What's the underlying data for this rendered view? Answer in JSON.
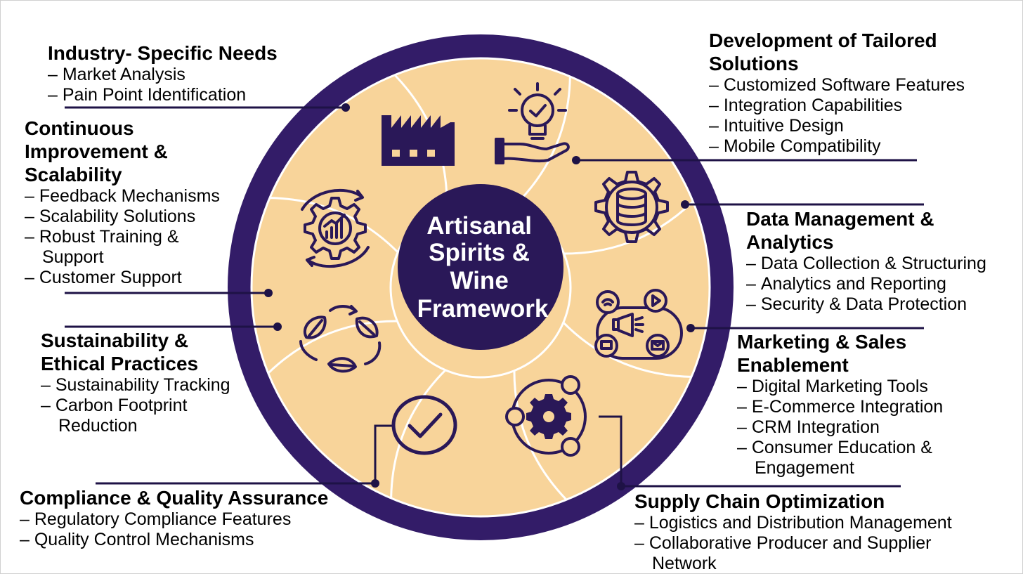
{
  "center_label": [
    "Artisanal",
    "Spirits &",
    "Wine",
    "Framework"
  ],
  "colors": {
    "ring": "#331C68",
    "segment_fill": "#F8D49A",
    "segment_line": "#ffffff",
    "icon": "#2A1858",
    "center": "#2A1858",
    "center_text": "#ffffff",
    "connector": "#1E1246"
  },
  "sections": [
    {
      "id": "industry",
      "title": "Industry- Specific Needs",
      "items": [
        "Market Analysis",
        "Pain Point Identification"
      ],
      "icon": "factory-icon"
    },
    {
      "id": "development",
      "title": "Development of Tailored\nSolutions",
      "items": [
        "Customized Software Features",
        "Integration Capabilities",
        "Intuitive Design",
        "Mobile Compatibility"
      ],
      "icon": "lightbulb-hand-icon"
    },
    {
      "id": "data",
      "title": "Data Management &\nAnalytics",
      "items": [
        "Data Collection & Structuring",
        "Analytics and Reporting",
        "Security & Data Protection"
      ],
      "icon": "database-gear-icon"
    },
    {
      "id": "marketing",
      "title": "Marketing & Sales\nEnablement",
      "items": [
        "Digital Marketing Tools",
        "E-Commerce Integration",
        "CRM Integration",
        "Consumer Education & Engagement"
      ],
      "icon": "megaphone-icon"
    },
    {
      "id": "supply",
      "title": "Supply Chain Optimization",
      "items": [
        "Logistics and Distribution Management",
        "Collaborative Producer and Supplier Network"
      ],
      "icon": "network-gear-icon"
    },
    {
      "id": "compliance",
      "title": "Compliance & Quality Assurance",
      "items": [
        "Regulatory Compliance Features",
        "Quality Control Mechanisms"
      ],
      "icon": "check-circle-icon"
    },
    {
      "id": "sustainability",
      "title": "Sustainability &\nEthical Practices",
      "items": [
        "Sustainability Tracking",
        "Carbon Footprint Reduction"
      ],
      "icon": "leaf-cycle-icon"
    },
    {
      "id": "improvement",
      "title": "Continuous\nImprovement &\nScalability",
      "items": [
        "Feedback Mechanisms",
        "Scalability Solutions",
        "Robust Training & Support",
        "Customer Support"
      ],
      "icon": "gear-cycle-icon"
    }
  ]
}
